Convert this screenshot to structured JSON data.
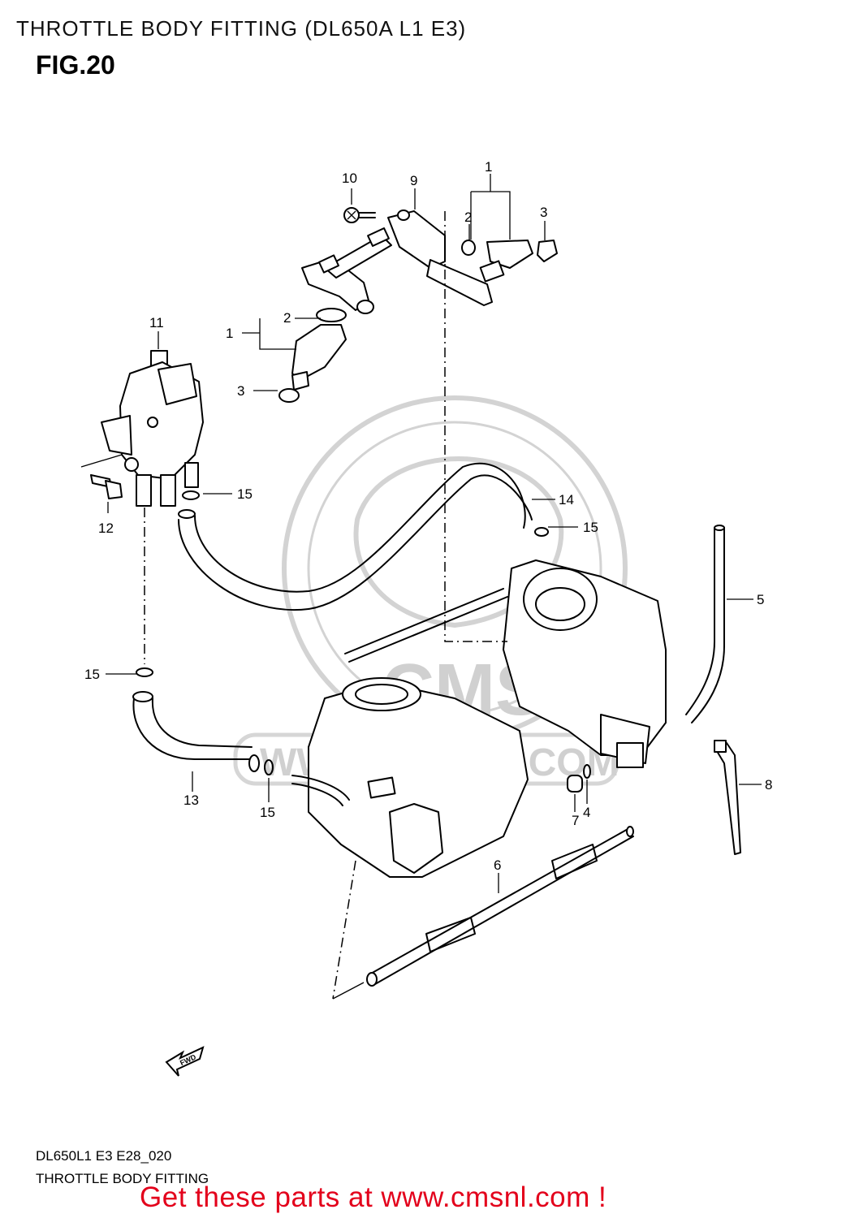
{
  "header": {
    "title": "THROTTLE BODY FITTING (DL650A L1 E3)",
    "figure": "FIG.20"
  },
  "callouts": {
    "c10": "10",
    "c9": "9",
    "c1_top": "1",
    "c2_top": "2",
    "c3_top": "3",
    "c2_left": "2",
    "c1_left": "1",
    "c3_left": "3",
    "c11": "11",
    "c12": "12",
    "c15_a": "15",
    "c14": "14",
    "c15_b": "15",
    "c5": "5",
    "c15_c": "15",
    "c13": "13",
    "c15_d": "15",
    "c7": "7",
    "c4": "4",
    "c8": "8",
    "c6": "6"
  },
  "fwd_label": "FWD",
  "watermark": {
    "text": "WWW.CMSNL.COM",
    "logo": "CMS"
  },
  "footer": {
    "code": "DL650L1 E3 E28_020",
    "name": "THROTTLE BODY FITTING",
    "promo": "Get these parts at www.cmsnl.com !"
  }
}
